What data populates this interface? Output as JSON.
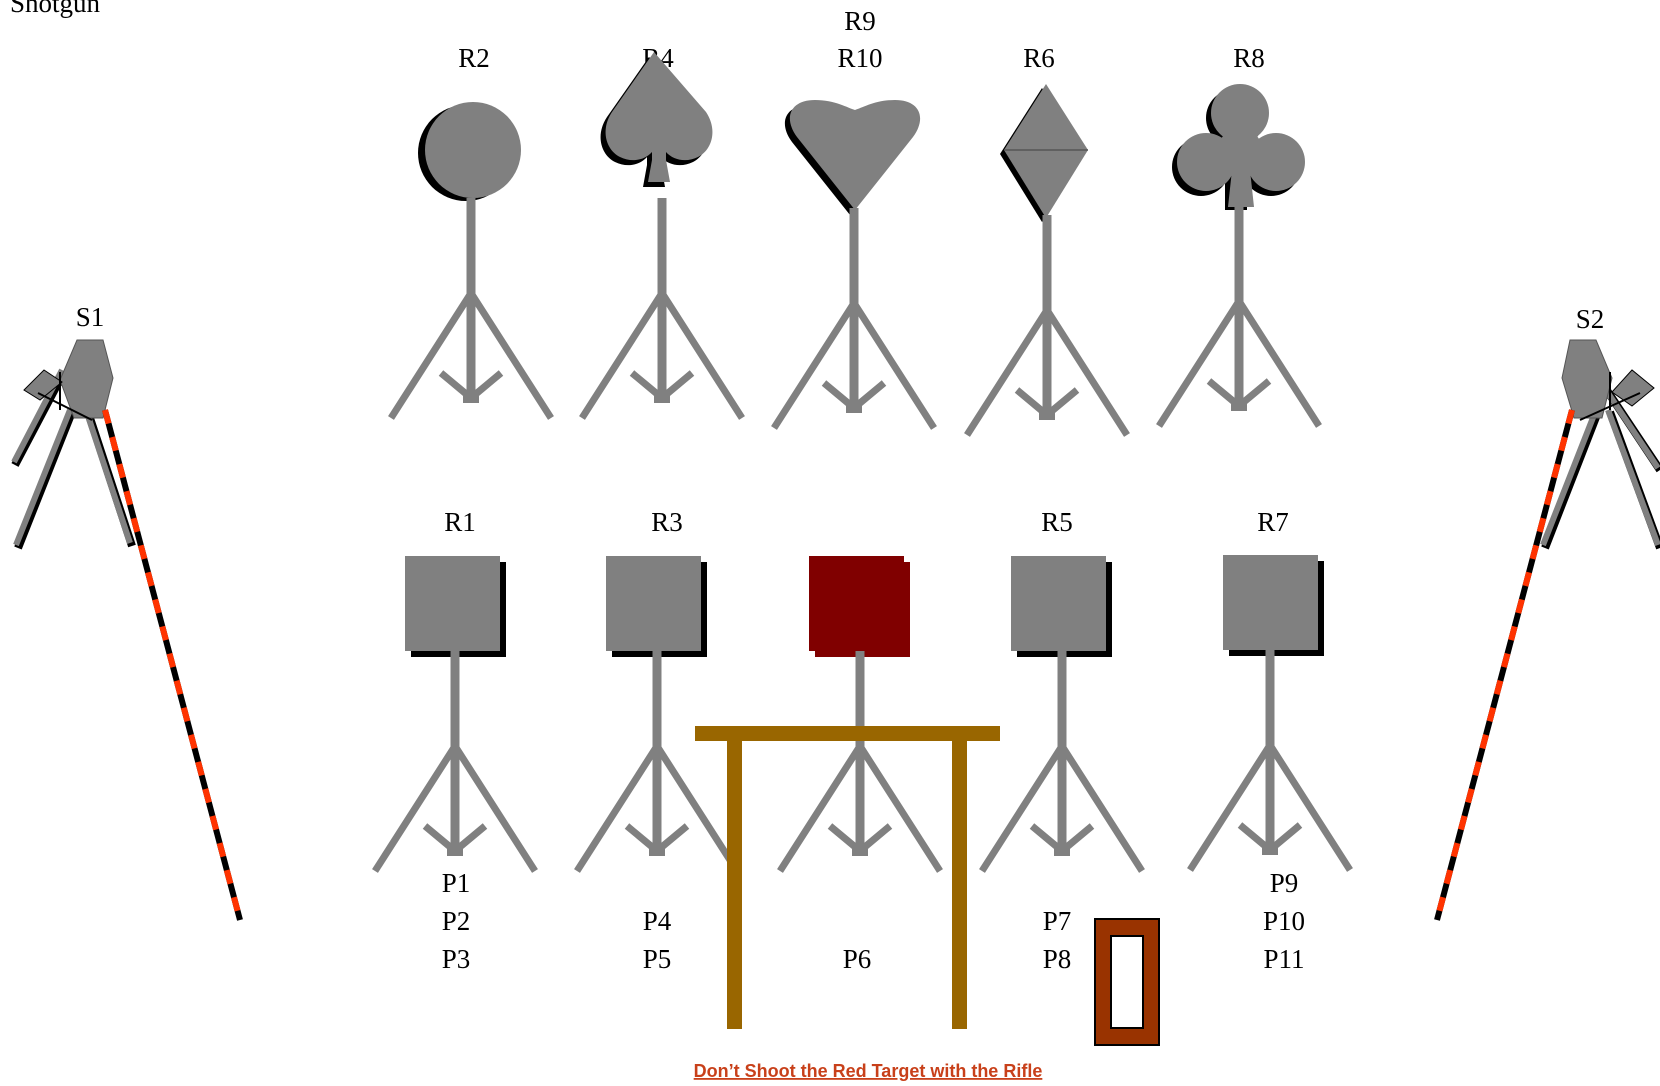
{
  "title": "Shotgun",
  "shotgun_stations": [
    {
      "id": "S1",
      "label": "S1"
    },
    {
      "id": "S2",
      "label": "S2"
    }
  ],
  "rifle_targets_top": [
    {
      "label": "R2",
      "shape": "circle"
    },
    {
      "label": "R4",
      "shape": "spade"
    },
    {
      "label": "R9",
      "label2": "R10",
      "shape": "heart"
    },
    {
      "label": "R6",
      "shape": "diamond"
    },
    {
      "label": "R8",
      "shape": "club"
    }
  ],
  "rifle_targets_bottom": [
    {
      "label": "R1",
      "color": "#808080"
    },
    {
      "label": "R3",
      "color": "#808080"
    },
    {
      "label": "",
      "color": "#800000"
    },
    {
      "label": "R5",
      "color": "#808080"
    },
    {
      "label": "R7",
      "color": "#808080"
    }
  ],
  "pistol_groups": [
    {
      "lines": [
        "P1",
        "P2",
        "P3"
      ]
    },
    {
      "lines": [
        "P4",
        "P5"
      ]
    },
    {
      "lines": [
        "P6"
      ]
    },
    {
      "lines": [
        "P7",
        "P8"
      ]
    },
    {
      "lines": [
        "P9",
        "P10",
        "P11"
      ]
    }
  ],
  "warning": "Don’t Shoot the Red Target with the Rifle",
  "colors": {
    "target_gray": "#808080",
    "red_target": "#800000",
    "table": "#996600",
    "box": "#993300",
    "warning_text": "#c8401a",
    "stripe_red": "#ff3300"
  },
  "icons": [
    "tripod-stand",
    "shotgun-thrower",
    "table",
    "ammo-box"
  ]
}
